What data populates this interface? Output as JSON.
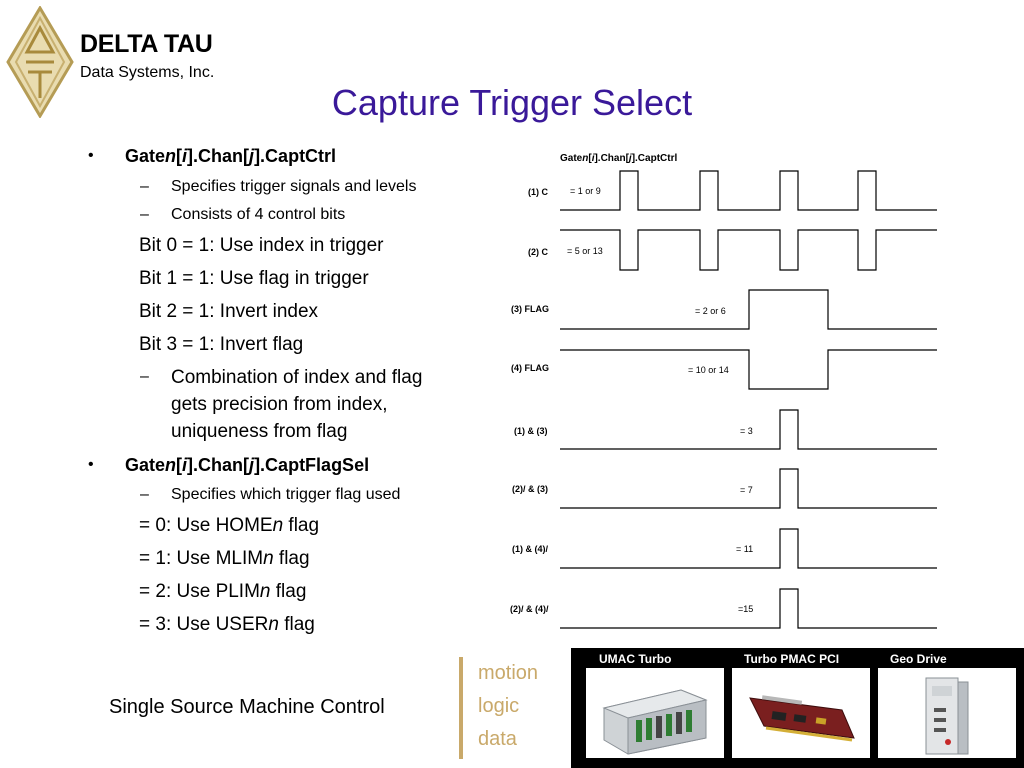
{
  "brand": {
    "name": "DELTA TAU",
    "subtitle": "Data Systems, Inc."
  },
  "title": "Capture Trigger Select",
  "left": {
    "item1": {
      "prefix": "Gate",
      "n": "n",
      "b1": "[",
      "i": "i",
      "b2": "].Chan[",
      "j": "j",
      "b3": "].CaptCtrl"
    },
    "sub1a": "Specifies trigger signals and levels",
    "sub1b": "Consists of 4 control bits",
    "bits": [
      "Bit 0 = 1: Use index in trigger",
      "Bit 1 = 1: Use flag in trigger",
      "Bit 2 = 1: Invert index",
      "Bit 3 = 1: Invert flag"
    ],
    "sub1c": [
      "Combination of index and flag",
      "gets precision from index,",
      "uniqueness from flag"
    ],
    "item2": {
      "prefix": "Gate",
      "n": "n",
      "b1": "[",
      "i": "i",
      "b2": "].Chan[",
      "j": "j",
      "b3": "].CaptFlagSel"
    },
    "sub2a": "Specifies which trigger flag used",
    "flags": [
      {
        "pre": "= 0: Use HOME",
        "n": "n",
        "post": " flag"
      },
      {
        "pre": "= 1: Use MLIM",
        "n": "n",
        "post": " flag"
      },
      {
        "pre": "= 2: Use PLIM",
        "n": "n",
        "post": " flag"
      },
      {
        "pre": "= 3: Use USER",
        "n": "n",
        "post": " flag"
      }
    ],
    "bullet": "•",
    "dash": "–"
  },
  "diagram": {
    "title": {
      "prefix": "Gate",
      "n": "n",
      "b1": "[",
      "i": "i",
      "b2": "].Chan[",
      "j": "j",
      "b3": "].CaptCtrl"
    },
    "rows": [
      {
        "label": "(1) C",
        "value": "= 1 or 9"
      },
      {
        "label": "(2) C",
        "value": "= 5 or 13"
      },
      {
        "label": "(3) FLAG",
        "value": "= 2 or 6"
      },
      {
        "label": "(4) FLAG",
        "value": "= 10 or 14"
      },
      {
        "label": "(1) & (3)",
        "value": "= 3"
      },
      {
        "label": "(2)/ & (3)",
        "value": "= 7"
      },
      {
        "label": "(1) & (4)/",
        "value": "= 11"
      },
      {
        "label": "(2)/ & (4)/",
        "value": "=15"
      }
    ]
  },
  "footer": {
    "text": "Single Source Machine Control",
    "tags": [
      "motion",
      "logic",
      "data"
    ]
  },
  "products": [
    "UMAC Turbo",
    "Turbo PMAC PCI",
    "Geo Drive"
  ]
}
